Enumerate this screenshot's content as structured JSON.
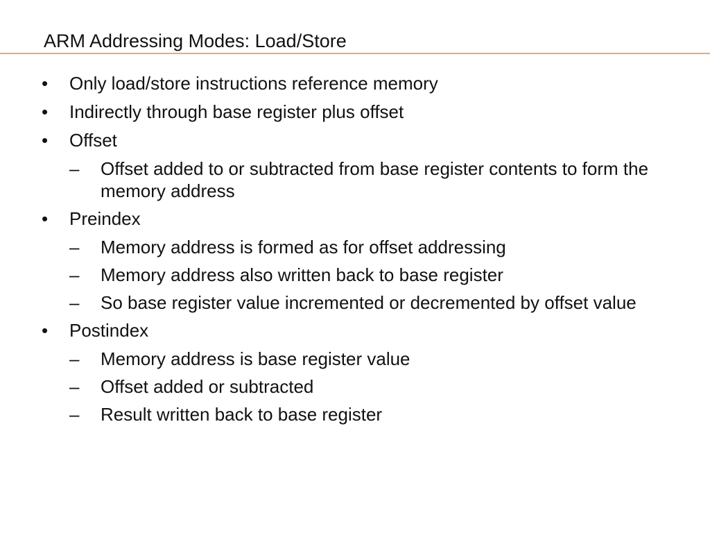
{
  "slide": {
    "title": "ARM Addressing Modes: Load/Store",
    "bullet_marker": "•",
    "sub_marker": "–",
    "bullets": [
      {
        "text": "Only load/store instructions reference memory",
        "subs": []
      },
      {
        "text": "Indirectly through base register plus offset",
        "subs": []
      },
      {
        "text": "Offset",
        "subs": [
          "Offset added to or subtracted from base register contents to form the memory address"
        ]
      },
      {
        "text": "Preindex",
        "subs": [
          "Memory address is formed as for offset addressing",
          "Memory address also written back to base register",
          "So base register value incremented or decremented by offset value"
        ]
      },
      {
        "text": "Postindex",
        "subs": [
          "Memory address is base register value",
          "Offset added or subtracted",
          "Result written back to base register"
        ]
      }
    ]
  }
}
